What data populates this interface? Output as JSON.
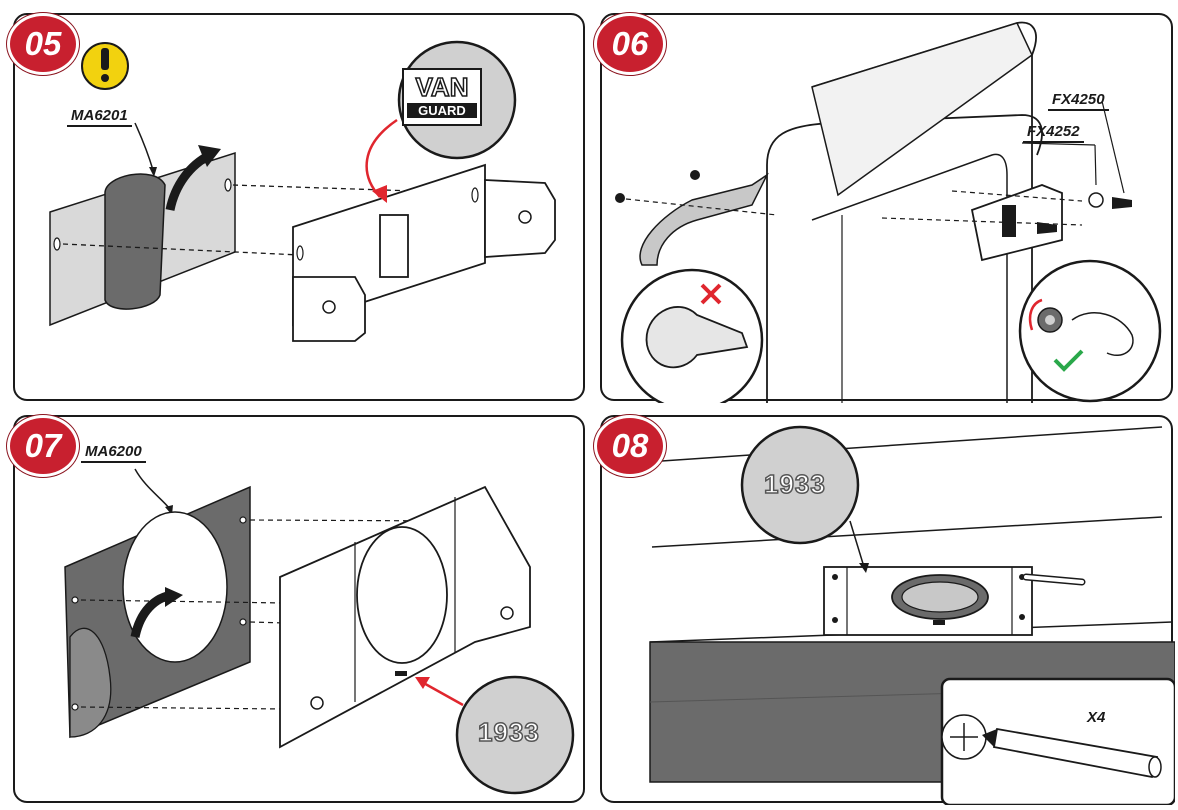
{
  "steps": [
    {
      "number": "05",
      "label": "MA6201",
      "logo_line1": "VAN",
      "logo_line2": "GUARD"
    },
    {
      "number": "06",
      "labels": [
        "FX4250",
        "FX4252"
      ]
    },
    {
      "number": "07",
      "label": "MA6200",
      "code": "1933"
    },
    {
      "number": "08",
      "code": "1933",
      "quantity": "X4"
    }
  ],
  "colors": {
    "badge": "#c8202f",
    "warning": "#f2d20f",
    "arrow_red": "#e0262e",
    "check_green": "#2aa84a",
    "pad_dark": "#6b6b6b",
    "callout_grey": "#d0d0d0"
  },
  "icons": [
    "warning-icon",
    "wrong-icon",
    "check-icon"
  ]
}
